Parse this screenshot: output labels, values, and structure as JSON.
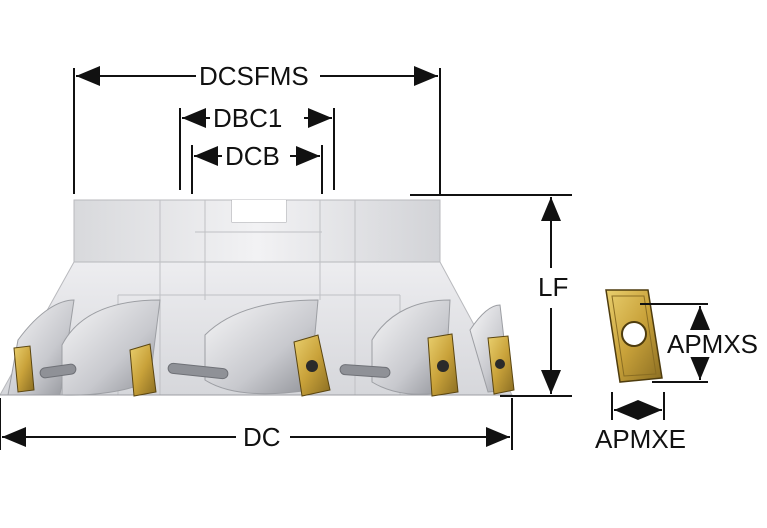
{
  "labels": {
    "dcsfms": "DCSFMS",
    "dbc1": "DBC1",
    "dcb": "DCB",
    "lf": "LF",
    "dc": "DC",
    "apmxs": "APMXS",
    "apmxe": "APMXE"
  },
  "colors": {
    "body_light": "#e9e9ec",
    "body_mid": "#cfd0d4",
    "body_dark": "#9a9ca2",
    "insert_gold": "#c9a23a",
    "insert_dark": "#6a5418",
    "dim_line": "#111111"
  }
}
